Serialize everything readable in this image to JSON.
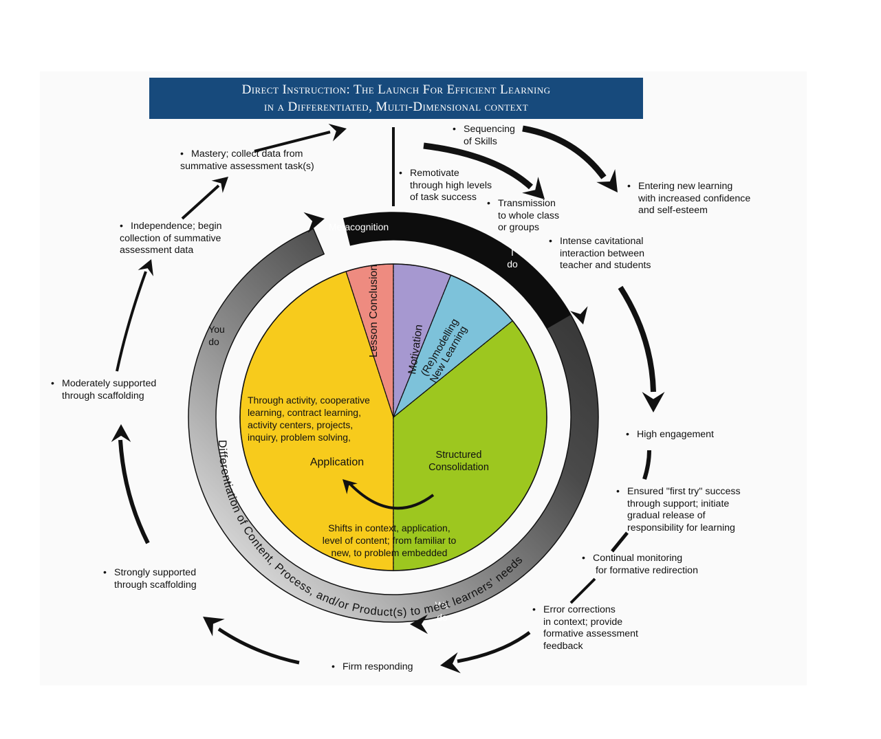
{
  "title": {
    "line1": "Direct Instruction:  The Launch For Efficient Learning",
    "line2": "in a Differentiated, Multi-Dimensional context"
  },
  "colors": {
    "title_bg": "#174a7c",
    "application": "#f7cb1c",
    "consolidation": "#9dc71f",
    "lesson_conclusion": "#ee8b80",
    "motivation": "#a698d0",
    "remodelling": "#7dc2da"
  },
  "pie": {
    "segments": [
      {
        "id": "lesson-conclusion",
        "label": "Lesson Conclusion",
        "color_key": "lesson_conclusion"
      },
      {
        "id": "motivation",
        "label": "Motivation",
        "color_key": "motivation"
      },
      {
        "id": "remodelling",
        "label1": "(Re)modelling",
        "label2": "New Learning",
        "color_key": "remodelling"
      },
      {
        "id": "structured-consolidation",
        "label1": "Structured",
        "label2": "Consolidation",
        "color_key": "consolidation"
      },
      {
        "id": "application",
        "label": "Application",
        "color_key": "application"
      }
    ],
    "application_text": [
      "Through activity, cooperative",
      "learning, contract learning,",
      "activity centers, projects,",
      "inquiry, problem solving,"
    ],
    "shifts_text": [
      "Shifts in context, application,",
      "level of content; from familiar to",
      "new, to problem embedded"
    ]
  },
  "ring": {
    "metacognition": "Metacognition",
    "i_do": [
      "I",
      "do"
    ],
    "we_do": [
      "We",
      "do"
    ],
    "you_do": [
      "You",
      "do"
    ],
    "differentiation": "Differentiation of Content, Process, and/or Product(s) to meet learners' needs"
  },
  "notes": [
    {
      "id": "sequencing",
      "lines": [
        "Sequencing",
        "of Skills"
      ]
    },
    {
      "id": "entering",
      "lines": [
        "Entering new learning",
        "with increased confidence",
        "and self-esteem"
      ]
    },
    {
      "id": "remotivate",
      "lines": [
        "Remotivate",
        "through high levels",
        "of task success"
      ]
    },
    {
      "id": "transmission",
      "lines": [
        "Transmission",
        "to whole class",
        "or groups"
      ]
    },
    {
      "id": "intense",
      "lines": [
        "Intense cavitational",
        "interaction between",
        "teacher and students"
      ]
    },
    {
      "id": "high-engagement",
      "lines": [
        "High engagement"
      ]
    },
    {
      "id": "ensured",
      "lines": [
        "Ensured \"first try\" success",
        "through support; initiate",
        "gradual release of",
        "responsibility for learning"
      ]
    },
    {
      "id": "continual",
      "lines": [
        "Continual monitoring",
        " for formative redirection"
      ]
    },
    {
      "id": "error",
      "lines": [
        "Error corrections",
        "in context; provide",
        "formative assessment",
        "feedback"
      ]
    },
    {
      "id": "firm",
      "lines": [
        "Firm responding"
      ]
    },
    {
      "id": "strongly",
      "lines": [
        "Strongly supported",
        "through scaffolding"
      ]
    },
    {
      "id": "moderately",
      "lines": [
        "Moderately supported",
        "through scaffolding"
      ]
    },
    {
      "id": "independence",
      "lines": [
        "Independence; begin",
        "collection of summative",
        "assessment data"
      ]
    },
    {
      "id": "mastery",
      "lines": [
        "Mastery; collect data from",
        "summative assessment task(s)"
      ]
    }
  ]
}
